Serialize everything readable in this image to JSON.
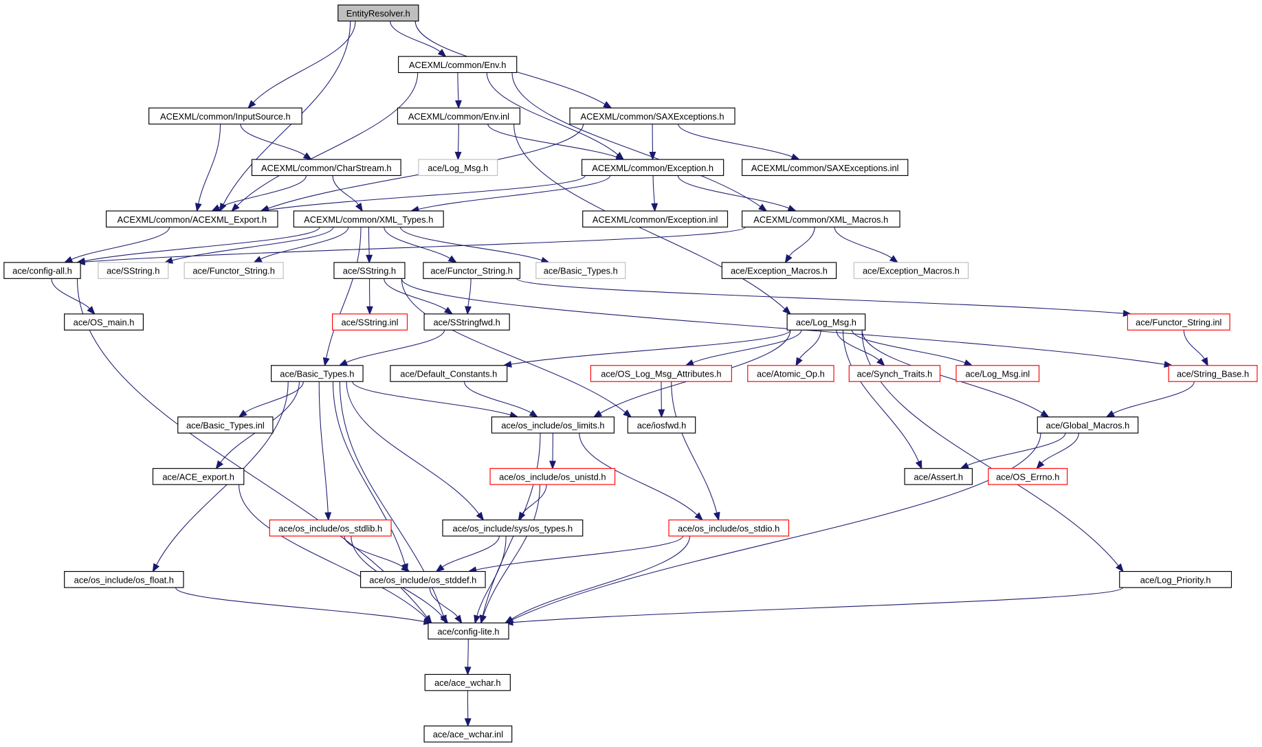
{
  "title": "EntityResolver.h include dependency graph",
  "colors": {
    "edge": "#191970",
    "node_border_normal": "#000000",
    "node_border_unexpanded": "#bfbfbf",
    "node_border_truncated": "#ff0000",
    "root_fill": "#bfbfbf"
  },
  "nodes": [
    {
      "id": "EntityResolver",
      "label": "EntityResolver.h",
      "style": "root"
    },
    {
      "id": "Env_h",
      "label": "ACEXML/common/Env.h",
      "style": "normal"
    },
    {
      "id": "InputSource",
      "label": "ACEXML/common/InputSource.h",
      "style": "normal"
    },
    {
      "id": "Env_inl",
      "label": "ACEXML/common/Env.inl",
      "style": "normal"
    },
    {
      "id": "SAXExceptions_h",
      "label": "ACEXML/common/SAXExceptions.h",
      "style": "normal"
    },
    {
      "id": "CharStream",
      "label": "ACEXML/common/CharStream.h",
      "style": "normal"
    },
    {
      "id": "Log_Msg_gray",
      "label": "ace/Log_Msg.h",
      "style": "gray"
    },
    {
      "id": "Exception_h",
      "label": "ACEXML/common/Exception.h",
      "style": "normal"
    },
    {
      "id": "SAXExceptions_inl",
      "label": "ACEXML/common/SAXExceptions.inl",
      "style": "normal"
    },
    {
      "id": "ACEXML_Export",
      "label": "ACEXML/common/ACEXML_Export.h",
      "style": "normal"
    },
    {
      "id": "XML_Types",
      "label": "ACEXML/common/XML_Types.h",
      "style": "normal"
    },
    {
      "id": "Exception_inl",
      "label": "ACEXML/common/Exception.inl",
      "style": "normal"
    },
    {
      "id": "XML_Macros",
      "label": "ACEXML/common/XML_Macros.h",
      "style": "normal"
    },
    {
      "id": "config_all",
      "label": "ace/config-all.h",
      "style": "normal"
    },
    {
      "id": "SString_gray",
      "label": "ace/SString.h",
      "style": "gray"
    },
    {
      "id": "Functor_String_gray",
      "label": "ace/Functor_String.h",
      "style": "gray"
    },
    {
      "id": "SString_h",
      "label": "ace/SString.h",
      "style": "normal"
    },
    {
      "id": "Functor_String_h",
      "label": "ace/Functor_String.h",
      "style": "normal"
    },
    {
      "id": "Basic_Types_gray",
      "label": "ace/Basic_Types.h",
      "style": "gray"
    },
    {
      "id": "Exception_Macros_h",
      "label": "ace/Exception_Macros.h",
      "style": "normal"
    },
    {
      "id": "Exception_Macros_gray",
      "label": "ace/Exception_Macros.h",
      "style": "gray"
    },
    {
      "id": "OS_main",
      "label": "ace/OS_main.h",
      "style": "normal"
    },
    {
      "id": "SString_inl",
      "label": "ace/SString.inl",
      "style": "red"
    },
    {
      "id": "SStringfwd",
      "label": "ace/SStringfwd.h",
      "style": "normal"
    },
    {
      "id": "Log_Msg_h",
      "label": "ace/Log_Msg.h",
      "style": "normal"
    },
    {
      "id": "Functor_String_inl",
      "label": "ace/Functor_String.inl",
      "style": "red"
    },
    {
      "id": "Basic_Types_h",
      "label": "ace/Basic_Types.h",
      "style": "normal"
    },
    {
      "id": "Default_Constants",
      "label": "ace/Default_Constants.h",
      "style": "normal"
    },
    {
      "id": "OS_Log_Msg_Attributes",
      "label": "ace/OS_Log_Msg_Attributes.h",
      "style": "red"
    },
    {
      "id": "Atomic_Op",
      "label": "ace/Atomic_Op.h",
      "style": "red"
    },
    {
      "id": "Synch_Traits",
      "label": "ace/Synch_Traits.h",
      "style": "red"
    },
    {
      "id": "Log_Msg_inl",
      "label": "ace/Log_Msg.inl",
      "style": "red"
    },
    {
      "id": "String_Base",
      "label": "ace/String_Base.h",
      "style": "red"
    },
    {
      "id": "Basic_Types_inl",
      "label": "ace/Basic_Types.inl",
      "style": "normal"
    },
    {
      "id": "os_limits",
      "label": "ace/os_include/os_limits.h",
      "style": "normal"
    },
    {
      "id": "iosfwd",
      "label": "ace/iosfwd.h",
      "style": "normal"
    },
    {
      "id": "Global_Macros",
      "label": "ace/Global_Macros.h",
      "style": "normal"
    },
    {
      "id": "ACE_export",
      "label": "ace/ACE_export.h",
      "style": "normal"
    },
    {
      "id": "os_unistd",
      "label": "ace/os_include/os_unistd.h",
      "style": "red"
    },
    {
      "id": "Assert",
      "label": "ace/Assert.h",
      "style": "normal"
    },
    {
      "id": "OS_Errno",
      "label": "ace/OS_Errno.h",
      "style": "red"
    },
    {
      "id": "os_stdlib",
      "label": "ace/os_include/os_stdlib.h",
      "style": "red"
    },
    {
      "id": "os_types",
      "label": "ace/os_include/sys/os_types.h",
      "style": "normal"
    },
    {
      "id": "os_stdio",
      "label": "ace/os_include/os_stdio.h",
      "style": "red"
    },
    {
      "id": "os_float",
      "label": "ace/os_include/os_float.h",
      "style": "normal"
    },
    {
      "id": "os_stddef",
      "label": "ace/os_include/os_stddef.h",
      "style": "normal"
    },
    {
      "id": "Log_Priority",
      "label": "ace/Log_Priority.h",
      "style": "normal"
    },
    {
      "id": "config_lite",
      "label": "ace/config-lite.h",
      "style": "normal"
    },
    {
      "id": "ace_wchar_h",
      "label": "ace/ace_wchar.h",
      "style": "normal"
    },
    {
      "id": "ace_wchar_inl",
      "label": "ace/ace_wchar.inl",
      "style": "normal"
    }
  ],
  "edges": [
    [
      "EntityResolver",
      "Env_h"
    ],
    [
      "EntityResolver",
      "InputSource"
    ],
    [
      "EntityResolver",
      "SAXExceptions_h"
    ],
    [
      "EntityResolver",
      "ACEXML_Export"
    ],
    [
      "Env_h",
      "Env_inl"
    ],
    [
      "Env_h",
      "Exception_h"
    ],
    [
      "Env_h",
      "ACEXML_Export"
    ],
    [
      "Env_h",
      "XML_Macros"
    ],
    [
      "InputSource",
      "CharStream"
    ],
    [
      "InputSource",
      "ACEXML_Export"
    ],
    [
      "Env_inl",
      "Log_Msg_gray"
    ],
    [
      "Env_inl",
      "Exception_h"
    ],
    [
      "Env_inl",
      "Log_Msg_h"
    ],
    [
      "SAXExceptions_h",
      "Exception_h"
    ],
    [
      "SAXExceptions_h",
      "SAXExceptions_inl"
    ],
    [
      "SAXExceptions_h",
      "ACEXML_Export"
    ],
    [
      "CharStream",
      "ACEXML_Export"
    ],
    [
      "CharStream",
      "XML_Types"
    ],
    [
      "Exception_h",
      "ACEXML_Export"
    ],
    [
      "Exception_h",
      "XML_Types"
    ],
    [
      "Exception_h",
      "Exception_inl"
    ],
    [
      "Exception_h",
      "XML_Macros"
    ],
    [
      "ACEXML_Export",
      "config_all"
    ],
    [
      "XML_Types",
      "config_all"
    ],
    [
      "XML_Types",
      "SString_gray"
    ],
    [
      "XML_Types",
      "Functor_String_gray"
    ],
    [
      "XML_Types",
      "SString_h"
    ],
    [
      "XML_Types",
      "Functor_String_h"
    ],
    [
      "XML_Types",
      "Basic_Types_gray"
    ],
    [
      "XML_Types",
      "Basic_Types_h"
    ],
    [
      "XML_Macros",
      "config_all"
    ],
    [
      "XML_Macros",
      "Exception_Macros_h"
    ],
    [
      "XML_Macros",
      "Exception_Macros_gray"
    ],
    [
      "config_all",
      "OS_main"
    ],
    [
      "config_all",
      "config_lite"
    ],
    [
      "SString_h",
      "SString_inl"
    ],
    [
      "SString_h",
      "SStringfwd"
    ],
    [
      "SString_h",
      "iosfwd"
    ],
    [
      "SString_h",
      "String_Base"
    ],
    [
      "Functor_String_h",
      "SStringfwd"
    ],
    [
      "Functor_String_h",
      "Functor_String_inl"
    ],
    [
      "SStringfwd",
      "Basic_Types_h"
    ],
    [
      "Functor_String_inl",
      "String_Base"
    ],
    [
      "Log_Msg_h",
      "Default_Constants"
    ],
    [
      "Log_Msg_h",
      "OS_Log_Msg_Attributes"
    ],
    [
      "Log_Msg_h",
      "Atomic_Op"
    ],
    [
      "Log_Msg_h",
      "Synch_Traits"
    ],
    [
      "Log_Msg_h",
      "Log_Msg_inl"
    ],
    [
      "Log_Msg_h",
      "os_limits"
    ],
    [
      "Log_Msg_h",
      "Assert"
    ],
    [
      "Log_Msg_h",
      "Global_Macros"
    ],
    [
      "Log_Msg_h",
      "Log_Priority"
    ],
    [
      "Basic_Types_h",
      "Basic_Types_inl"
    ],
    [
      "Basic_Types_h",
      "ACE_export"
    ],
    [
      "Basic_Types_h",
      "os_limits"
    ],
    [
      "Basic_Types_h",
      "os_float"
    ],
    [
      "Basic_Types_h",
      "os_stdlib"
    ],
    [
      "Basic_Types_h",
      "os_types"
    ],
    [
      "Basic_Types_h",
      "os_stddef"
    ],
    [
      "Basic_Types_h",
      "config_lite"
    ],
    [
      "Default_Constants",
      "os_limits"
    ],
    [
      "OS_Log_Msg_Attributes",
      "iosfwd"
    ],
    [
      "OS_Log_Msg_Attributes",
      "os_stdio"
    ],
    [
      "String_Base",
      "Global_Macros"
    ],
    [
      "os_limits",
      "os_unistd"
    ],
    [
      "os_limits",
      "os_stdio"
    ],
    [
      "os_limits",
      "config_lite"
    ],
    [
      "Global_Macros",
      "Assert"
    ],
    [
      "Global_Macros",
      "OS_Errno"
    ],
    [
      "Global_Macros",
      "config_lite"
    ],
    [
      "ACE_export",
      "config_lite"
    ],
    [
      "os_unistd",
      "os_types"
    ],
    [
      "os_unistd",
      "config_lite"
    ],
    [
      "os_stdlib",
      "os_stddef"
    ],
    [
      "os_stdlib",
      "config_lite"
    ],
    [
      "os_types",
      "os_stddef"
    ],
    [
      "os_types",
      "config_lite"
    ],
    [
      "os_stdio",
      "os_stddef"
    ],
    [
      "os_stdio",
      "config_lite"
    ],
    [
      "os_float",
      "config_lite"
    ],
    [
      "os_stddef",
      "config_lite"
    ],
    [
      "Log_Priority",
      "config_lite"
    ],
    [
      "config_lite",
      "ace_wchar_h"
    ],
    [
      "ace_wchar_h",
      "ace_wchar_inl"
    ]
  ]
}
